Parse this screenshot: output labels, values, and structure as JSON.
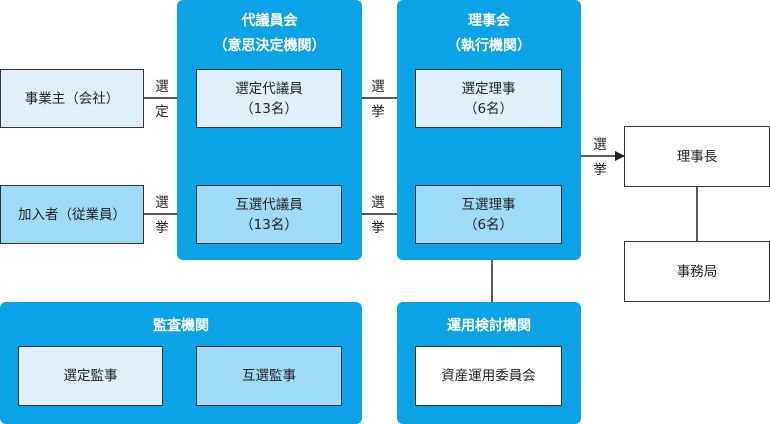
{
  "panels": {
    "delegates": {
      "title_1": "代議員会",
      "title_2": "（意思決定機関）"
    },
    "board": {
      "title_1": "理事会",
      "title_2": "（執行機関）"
    },
    "audit": {
      "title": "監査機関"
    },
    "investment": {
      "title": "運用検討機関"
    }
  },
  "boxes": {
    "employer": "事業主（会社）",
    "member": "加入者（従業員）",
    "appointed_delegates": {
      "line1": "選定代議員",
      "line2": "（13名）"
    },
    "elected_delegates": {
      "line1": "互選代議員",
      "line2": "（13名）"
    },
    "appointed_directors": {
      "line1": "選定理事",
      "line2": "（6名）"
    },
    "elected_directors": {
      "line1": "互選理事",
      "line2": "（6名）"
    },
    "chairman": "理事長",
    "secretariat": "事務局",
    "appointed_auditor": "選定監事",
    "elected_auditor": "互選監事",
    "investment_committee": "資産運用委員会"
  },
  "arrow_labels": {
    "employer_to_delegates": [
      "選",
      "定"
    ],
    "member_to_delegates": [
      "選",
      "挙"
    ],
    "appointed_delegates_to_directors": [
      "選",
      "挙"
    ],
    "elected_delegates_to_directors": [
      "選",
      "挙"
    ],
    "board_to_chairman": [
      "選",
      "挙"
    ]
  },
  "colors": {
    "panel": "#0ca2e6",
    "box_light": "#dff0fb",
    "box_mid": "#9fdaf6",
    "line": "#222222"
  }
}
